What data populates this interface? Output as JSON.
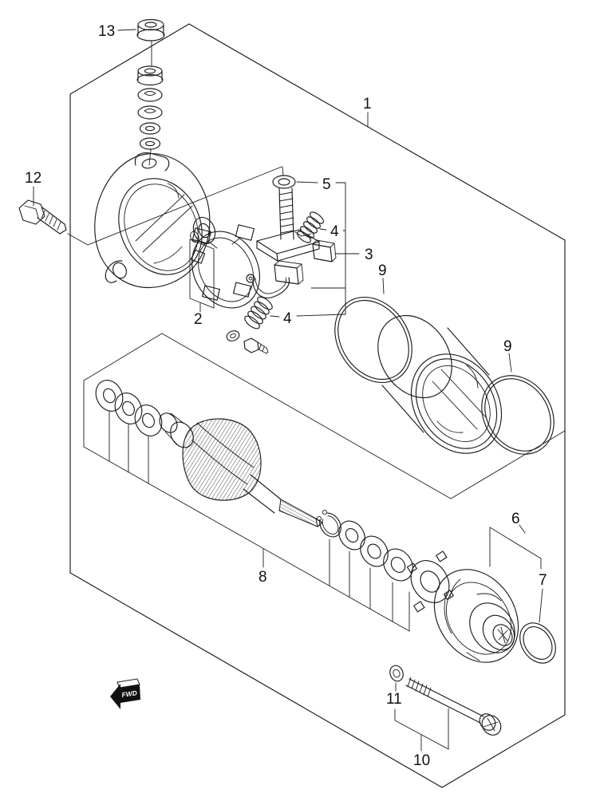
{
  "callouts": {
    "p1": "1",
    "p2": "2",
    "p3": "3",
    "p4": "4",
    "p5": "5",
    "p6": "6",
    "p7": "7",
    "p8": "8",
    "p9": "9",
    "p10": "10",
    "p11": "11",
    "p12": "12",
    "p13": "13"
  },
  "fwd": "FWD",
  "colors": {
    "line": "#1c1c1c",
    "background": "#ffffff",
    "label": "#111111",
    "fwd_fill": "#111111",
    "fwd_text": "#ffffff"
  }
}
